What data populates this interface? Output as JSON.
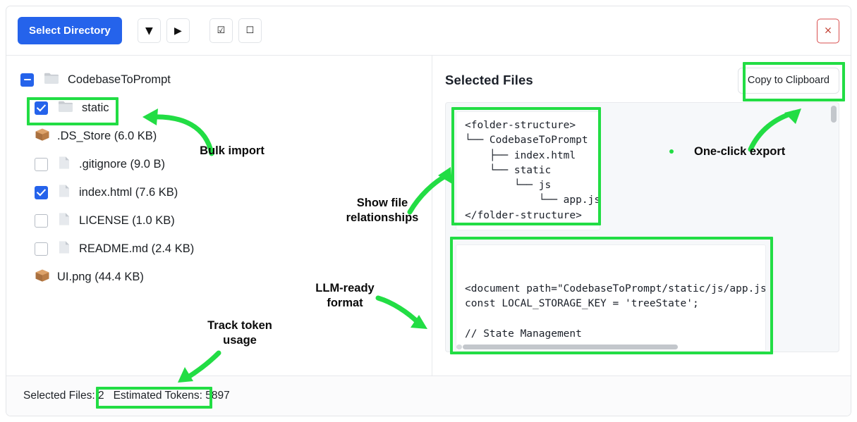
{
  "toolbar": {
    "select_directory_label": "Select Directory",
    "collapse_all_glyph": "▼",
    "expand_all_glyph": "▶",
    "select_all_glyph": "☑",
    "deselect_all_glyph": "☐",
    "close_glyph": "×"
  },
  "tree": {
    "root": {
      "label": "CodebaseToPrompt",
      "icon": "folder-icon",
      "expanded": true
    },
    "items": [
      {
        "label": "static",
        "icon": "folder-icon",
        "checked": true,
        "has_checkbox": true,
        "indent": true
      },
      {
        "label": ".DS_Store (6.0 KB)",
        "icon": "package-icon",
        "checked": false,
        "has_checkbox": false,
        "indent": true
      },
      {
        "label": ".gitignore (9.0 B)",
        "icon": "file-icon",
        "checked": false,
        "has_checkbox": true,
        "indent": true
      },
      {
        "label": "index.html (7.6 KB)",
        "icon": "file-icon",
        "checked": true,
        "has_checkbox": true,
        "indent": true
      },
      {
        "label": "LICENSE (1.0 KB)",
        "icon": "file-icon",
        "checked": false,
        "has_checkbox": true,
        "indent": true
      },
      {
        "label": "README.md (2.4 KB)",
        "icon": "file-icon",
        "checked": false,
        "has_checkbox": true,
        "indent": true
      },
      {
        "label": "UI.png (44.4 KB)",
        "icon": "package-icon",
        "checked": false,
        "has_checkbox": false,
        "indent": true
      }
    ]
  },
  "right_panel": {
    "title": "Selected Files",
    "copy_button_label": "Copy to Clipboard",
    "folder_structure_text": "<folder-structure>\n└── CodebaseToPrompt\n    ├── index.html\n    └── static\n        └── js\n            └── app.js\n</folder-structure>",
    "document_text": "<document path=\"CodebaseToPrompt/static/js/app.js\">\nconst LOCAL_STORAGE_KEY = 'treeState';\n\n// State Management\nconst Store = (function () {\n  let instance;\n  let subscribers = new Set();"
  },
  "status": {
    "selected_files_label": "Selected Files: 2",
    "estimated_tokens_label": "Estimated Tokens: 5897"
  },
  "annotations": {
    "bulk_import": "Bulk import",
    "show_file_relationships": "Show file\nrelationships",
    "llm_ready_format": "LLM-ready\nformat",
    "track_token_usage": "Track token\nusage",
    "one_click_export": "One-click export"
  },
  "colors": {
    "accent_blue": "#2563eb",
    "highlight_green": "#22dd44",
    "close_red": "#c0392b",
    "panel_bg": "#f6f8fa"
  }
}
